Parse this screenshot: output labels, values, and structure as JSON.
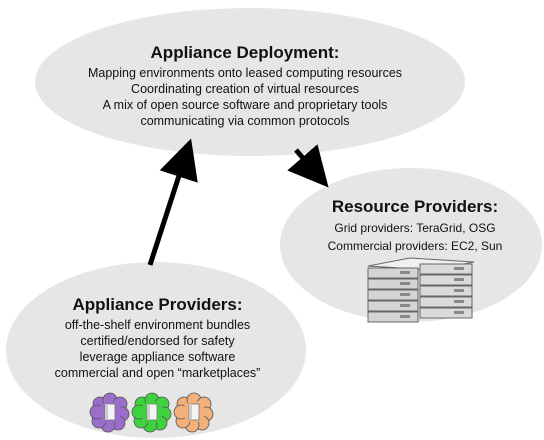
{
  "deployment": {
    "title": "Appliance Deployment:",
    "lines": [
      "Mapping environments onto leased computing resources",
      "Coordinating creation of virtual resources",
      "A mix of open source software and proprietary tools",
      "communicating via common protocols"
    ]
  },
  "resource_providers": {
    "title": "Resource Providers:",
    "lines": [
      "Grid providers: TeraGrid, OSG",
      "Commercial providers: EC2, Sun"
    ],
    "icon": "server-rack-icon"
  },
  "appliance_providers": {
    "title": "Appliance Providers:",
    "lines": [
      "off-the-shelf environment bundles",
      "certified/endorsed for safety",
      "leverage appliance software",
      "commercial and open “marketplaces”"
    ],
    "icons": [
      {
        "name": "purple-appliance-icon",
        "color": "#9b6fc9"
      },
      {
        "name": "green-appliance-icon",
        "color": "#3fd23f"
      },
      {
        "name": "orange-appliance-icon",
        "color": "#f2b07a"
      }
    ]
  },
  "colors": {
    "ellipse_fill": "#e6e6e6",
    "arrow": "#000000"
  }
}
